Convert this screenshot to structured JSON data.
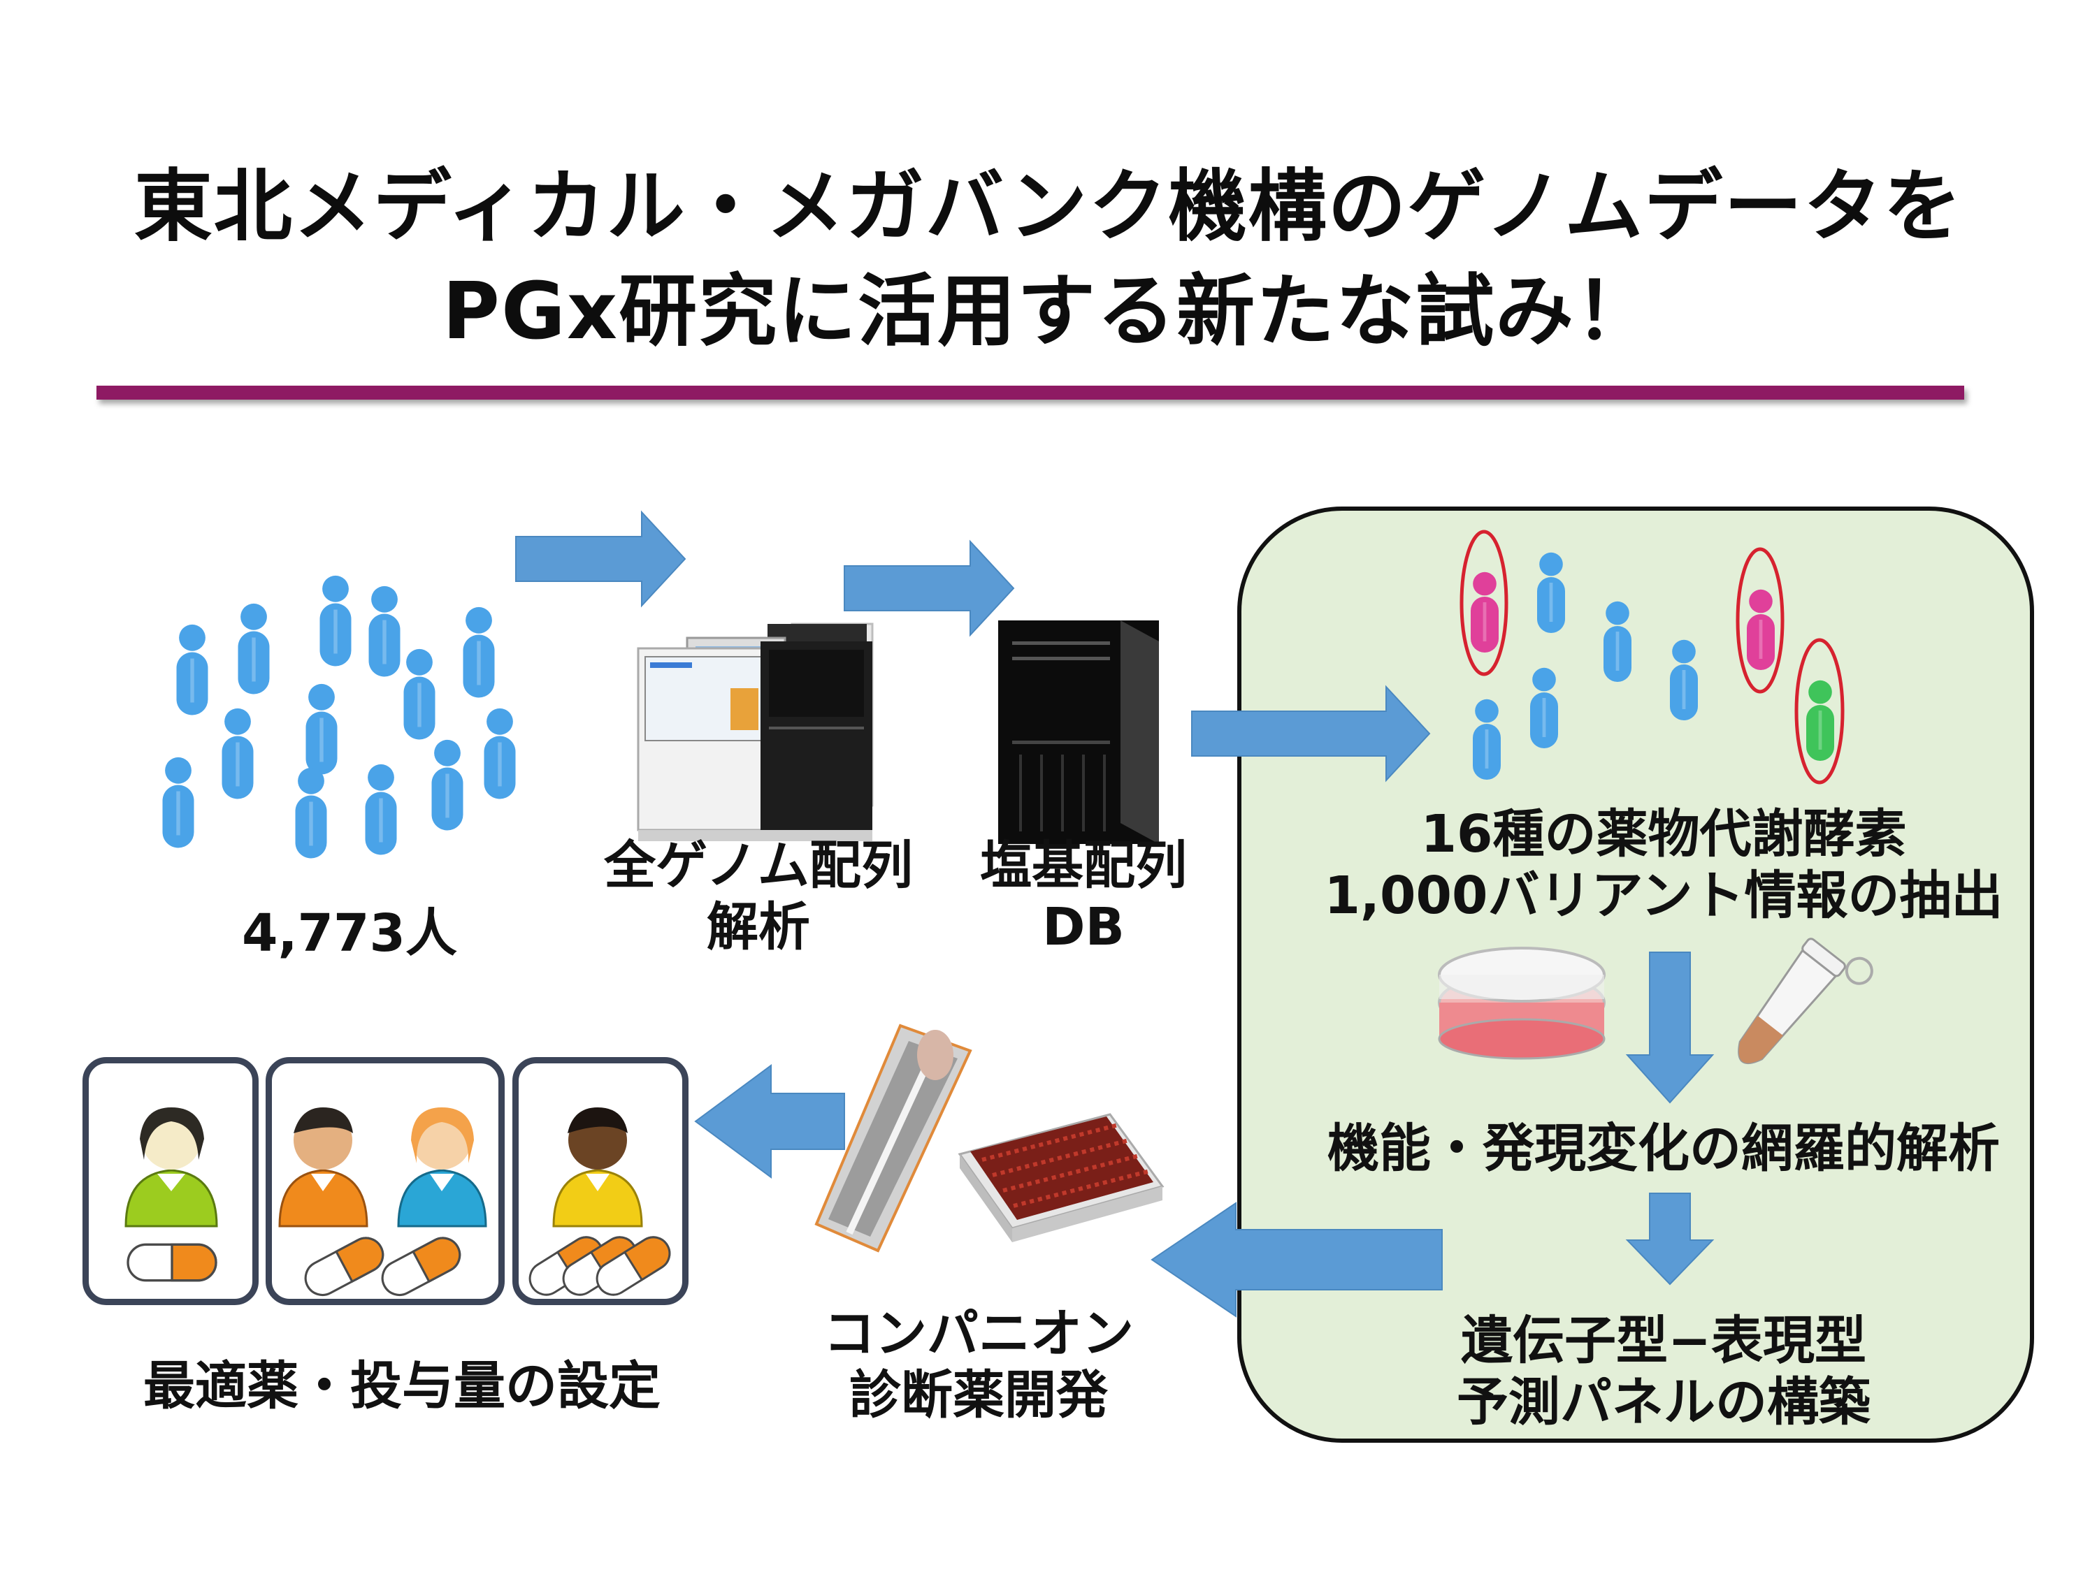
{
  "title": {
    "line1": "東北メディカル・メガバンク機構のゲノムデータを",
    "line2": "PGx研究に活用する新たな試み！"
  },
  "steps": {
    "cohort": "4,773人",
    "sequencing": [
      "全ゲノム配列",
      "解析"
    ],
    "database": [
      "塩基配列",
      "DB"
    ],
    "extraction": [
      "16種の薬物代謝酵素",
      "1,000バリアント情報の抽出"
    ],
    "analysis": "機能・発現変化の網羅的解析",
    "panel": [
      "遺伝子型−表現型",
      "予測パネルの構築"
    ],
    "companion": [
      "コンパニオン",
      "診断薬開発"
    ],
    "dosing": "最適薬・投与量の設定"
  },
  "colors": {
    "title_bar": "#8e1a63",
    "arrow": "#5b9bd5",
    "panel_bg": "#e3efd8",
    "person_blue": "#4aa3e8",
    "person_pink": "#e0409a",
    "person_green": "#3fc45a",
    "highlight_ring": "#d6222f"
  },
  "icons": {
    "cohort": "person-figure-icon",
    "sequencer": "dna-sequencer-icon",
    "server": "server-tower-icon",
    "petri": "petri-dish-icon",
    "tube": "microtube-icon",
    "swab": "cotton-swab-icon",
    "plate": "well-plate-icon",
    "patient": "patient-avatar-icon",
    "pill": "capsule-icon"
  }
}
